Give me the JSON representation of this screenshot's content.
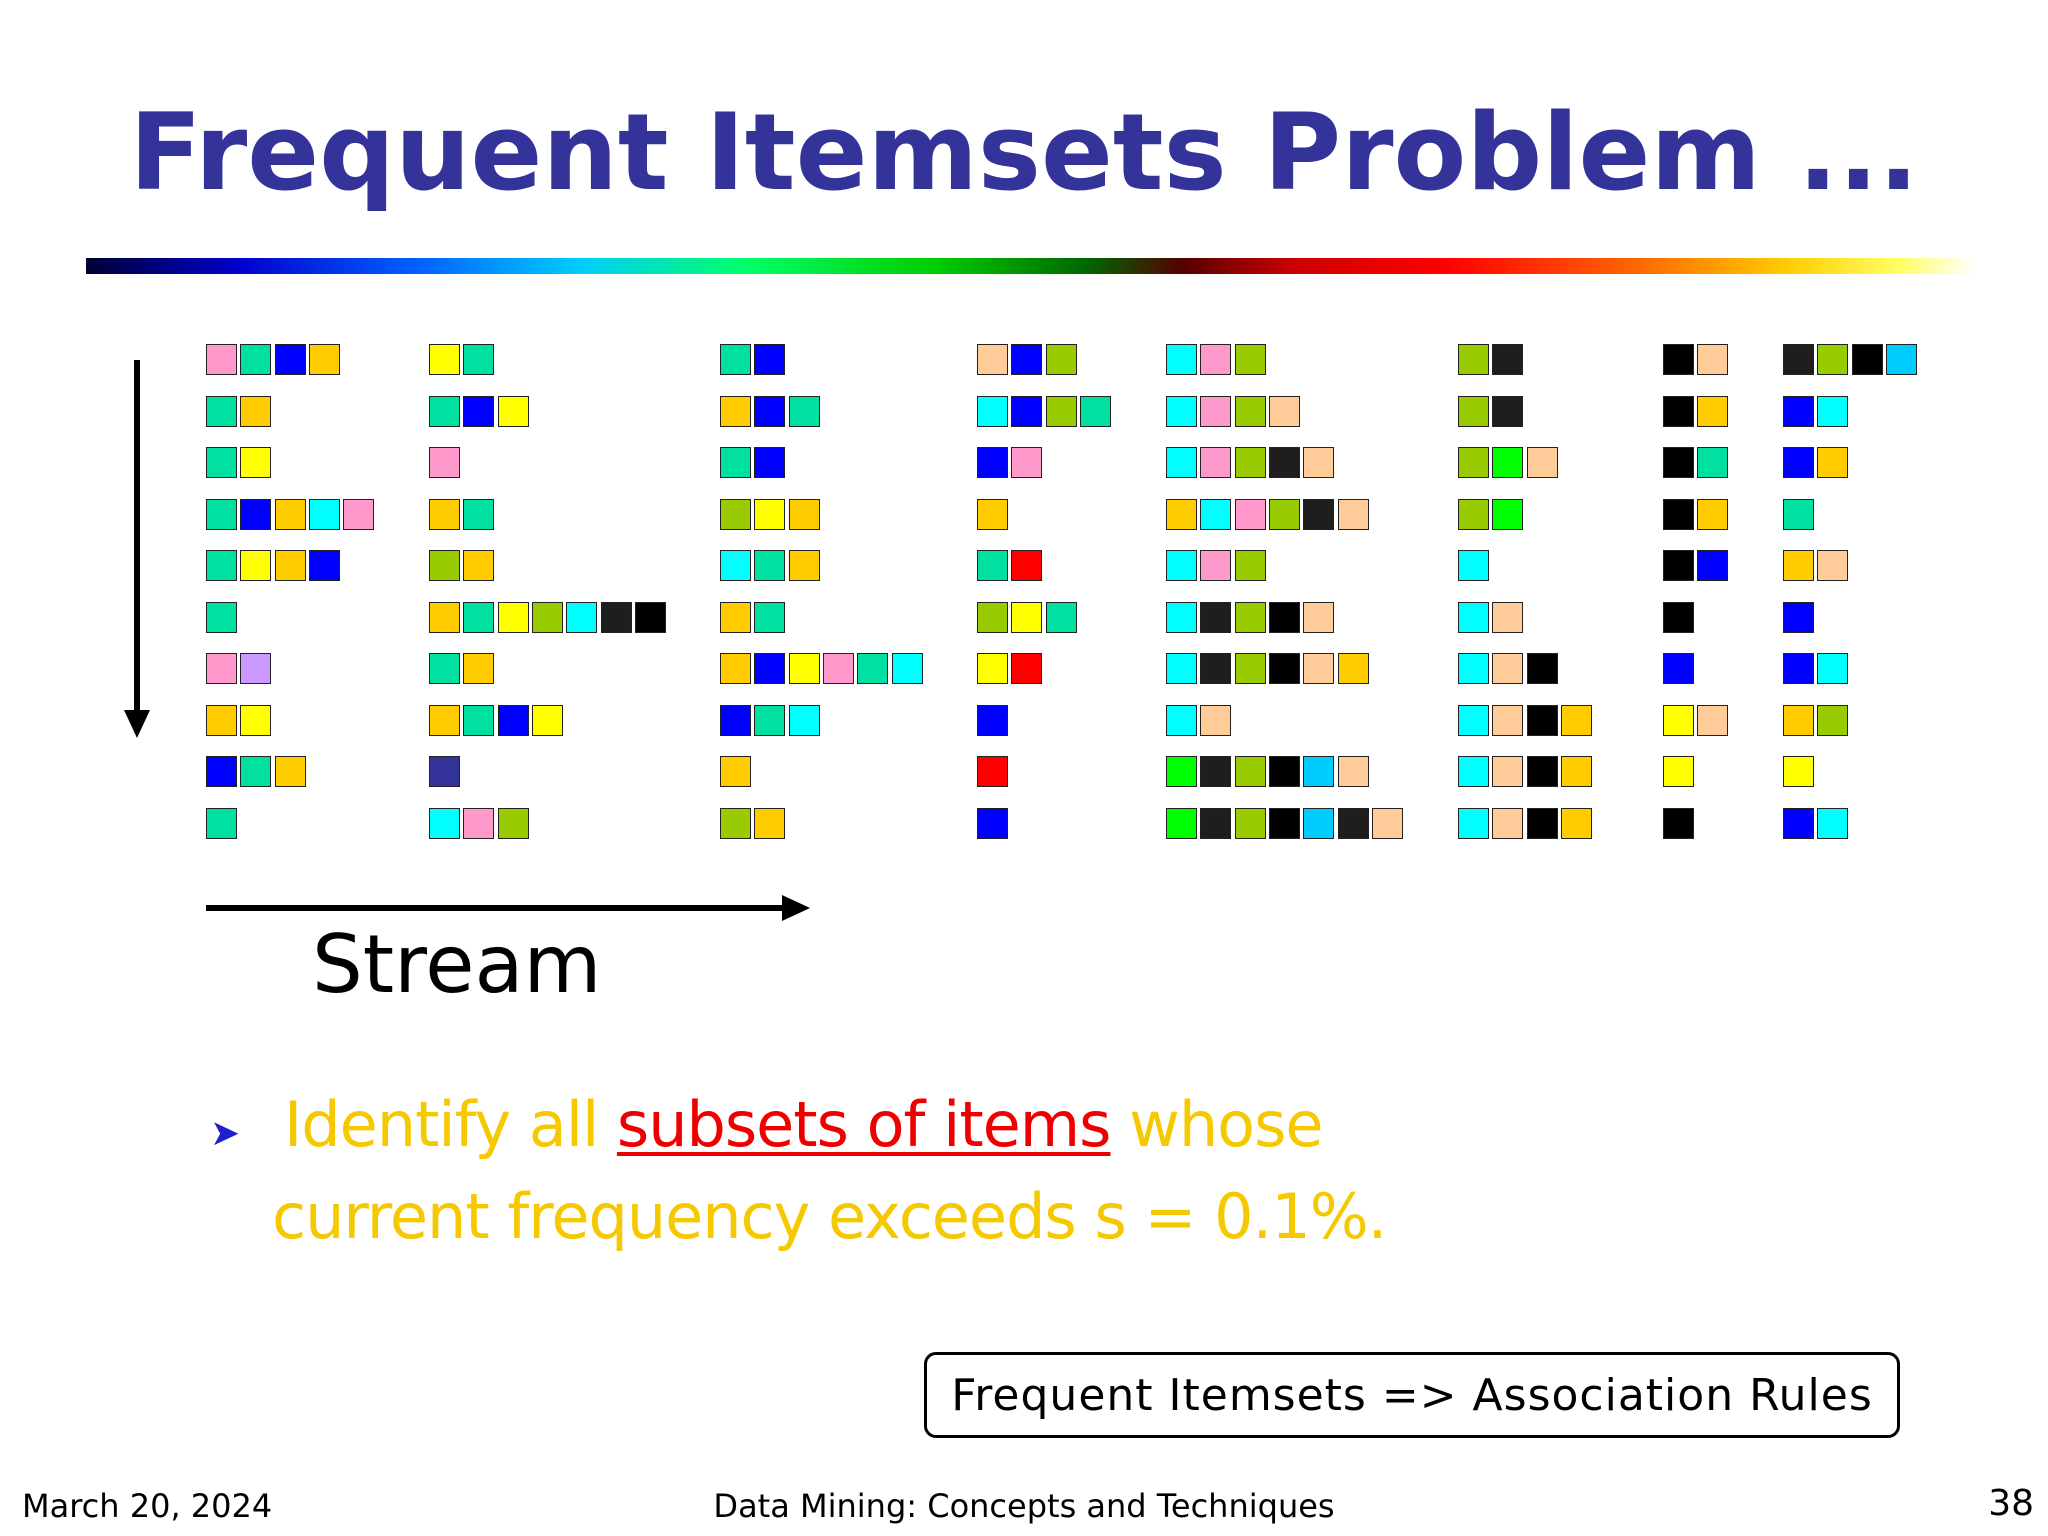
{
  "title": "Frequent Itemsets Problem ...",
  "stream_label": "Stream",
  "bullet": {
    "part1": "Identify all ",
    "highlight": "subsets of items",
    "part2": " whose",
    "line2": "current frequency exceeds  s = 0.1%."
  },
  "callout": "Frequent Itemsets => Association Rules",
  "footer": {
    "date": "March 20, 2024",
    "course": "Data Mining: Concepts and Techniques",
    "page": "38"
  },
  "palette": {
    "K": "#000000",
    "D": "#1e1e1e",
    "B": "#0000ff",
    "N": "#333399",
    "C": "#00ffff",
    "S": "#00ccff",
    "T": "#00e0a0",
    "G": "#00ff00",
    "O": "#99cc00",
    "Y": "#ffff00",
    "A": "#ffcc00",
    "P": "#ffcc99",
    "M": "#ff99cc",
    "L": "#cc99ff",
    "R": "#ff0000"
  },
  "stream_columns": [
    [
      "MTBA",
      "TA",
      "TY",
      "TBACM",
      "TYAB",
      "T",
      "ML",
      "AY",
      "BTA",
      "T"
    ],
    [
      "YT",
      "TBY",
      "M",
      "AT",
      "OA",
      "ATYOCDK",
      "TA",
      "ATBY",
      "N",
      "CMO"
    ],
    [
      "TB",
      "ABT",
      "TB",
      "OYA",
      "CTA",
      "AT",
      "ABYMTC",
      "BTC",
      "A",
      "OA"
    ],
    [
      "PBO",
      "CBOT",
      "BM",
      "A",
      "TR",
      "OYT",
      "YR",
      "B",
      "R",
      "B"
    ],
    [
      "CMO",
      "CMOP",
      "CMODP",
      "ACMODP",
      "CMO",
      "CDOKP",
      "CDOKPA",
      "CP",
      "GDOKSP",
      "GDOKSDP"
    ],
    [
      "OD",
      "OD",
      "OGP",
      "OG",
      "C",
      "CP",
      "CPK",
      "CPKA",
      "CPKA",
      "CPKA"
    ],
    [
      "KP",
      "KA",
      "KT",
      "KA",
      "KB",
      "K",
      "B",
      "YP",
      "Y",
      "K"
    ],
    [
      "DOKS",
      "BC",
      "BA",
      "T",
      "AP",
      "B",
      "BC",
      "AO",
      "Y",
      "BC"
    ]
  ]
}
